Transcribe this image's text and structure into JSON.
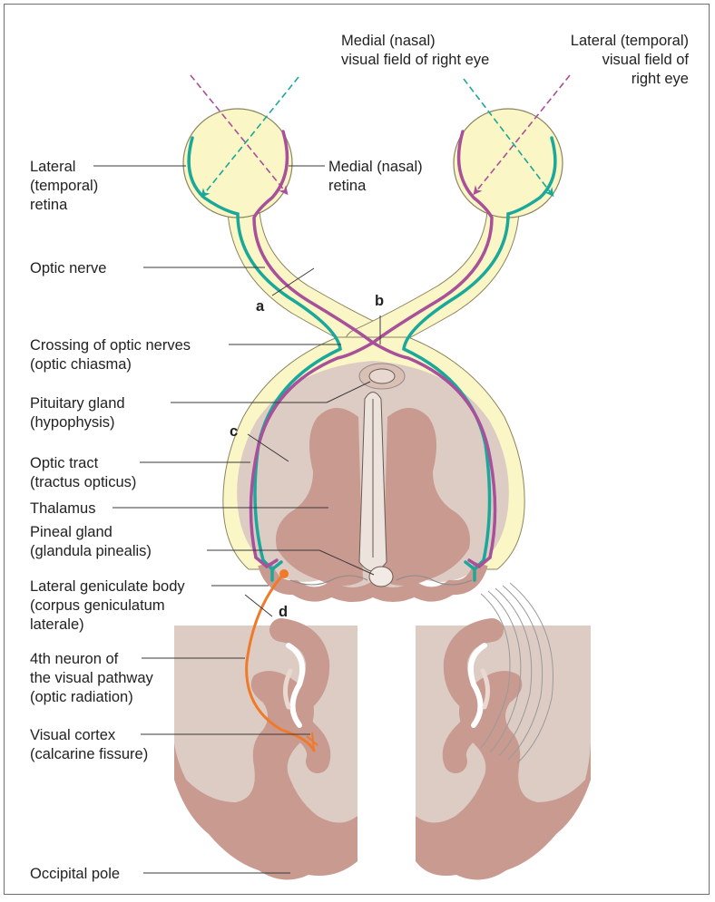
{
  "labels": {
    "medial_field_l1": "Medial (nasal)",
    "medial_field_l2": "visual field of right eye",
    "lateral_field_l1": "Lateral (temporal)",
    "lateral_field_l2": "visual field of",
    "lateral_field_l3": "right eye",
    "lateral_retina_l1": "Lateral",
    "lateral_retina_l2": "(temporal)",
    "lateral_retina_l3": "retina",
    "medial_retina_l1": "Medial (nasal)",
    "medial_retina_l2": "retina",
    "optic_nerve": "Optic nerve",
    "chiasma_l1": "Crossing of optic nerves",
    "chiasma_l2": "(optic chiasma)",
    "pituitary_l1": "Pituitary gland",
    "pituitary_l2": "(hypophysis)",
    "optic_tract_l1": "Optic tract",
    "optic_tract_l2": "(tractus opticus)",
    "thalamus": "Thalamus",
    "pineal_l1": "Pineal gland",
    "pineal_l2": "(glandula pinealis)",
    "lgb_l1": "Lateral geniculate body",
    "lgb_l2": "(corpus geniculatum",
    "lgb_l3": "laterale)",
    "neuron4_l1": "4th neuron of",
    "neuron4_l2": "the visual pathway",
    "neuron4_l3": "(optic radiation)",
    "cortex_l1": "Visual cortex",
    "cortex_l2": "(calcarine fissure)",
    "occipital_pole": "Occipital pole"
  },
  "letters": {
    "a": "a",
    "b": "b",
    "c": "c",
    "d": "d"
  },
  "colors": {
    "eye_fill": "#fbf6c6",
    "eye_stroke": "#8a8460",
    "temporal_fiber": "#1aa89a",
    "nasal_fiber": "#a8509a",
    "brain_light": "#ddccc4",
    "brain_dark": "#c89a90",
    "radiation": "#ef7a2a"
  }
}
